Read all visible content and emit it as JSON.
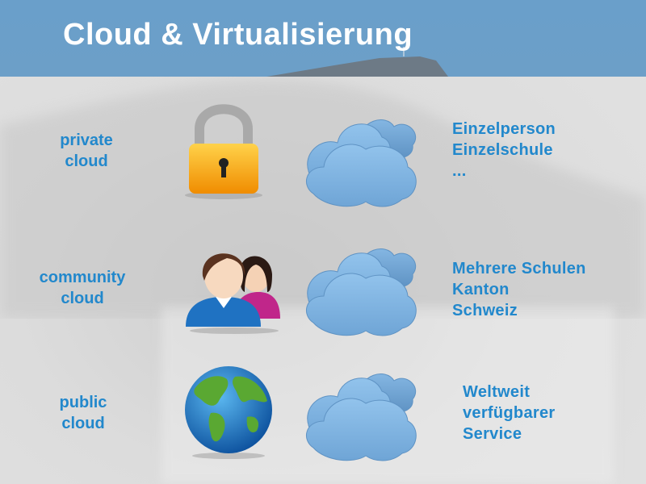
{
  "title": "Cloud & Virtualisierung",
  "colors": {
    "accent_text": "#2288cc",
    "header": "#6a9fca",
    "cloud": "#7fb3e0"
  },
  "rows": [
    {
      "label": [
        "private",
        "cloud"
      ],
      "icon": "padlock-icon",
      "description": [
        "Einzelperson",
        "Einzelschule",
        "..."
      ]
    },
    {
      "label": [
        "community",
        "cloud"
      ],
      "icon": "users-icon",
      "description": [
        "Mehrere Schulen",
        "Kanton",
        "Schweiz"
      ]
    },
    {
      "label": [
        "public",
        "cloud"
      ],
      "icon": "globe-icon",
      "description": [
        "Weltweit",
        "verfügbarer",
        "Service"
      ]
    }
  ]
}
